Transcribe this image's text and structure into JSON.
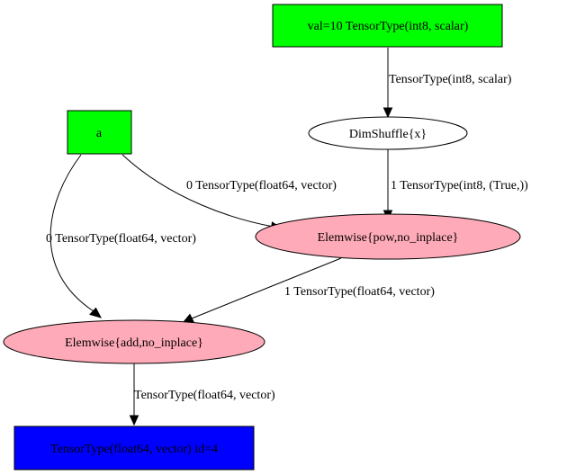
{
  "colors": {
    "input_fill": "#00ff00",
    "op_fill": "#ffaab8",
    "output_fill": "#0000ff",
    "plain_fill": "#ffffff",
    "stroke": "#000000"
  },
  "nodes": {
    "val": {
      "label": "val=10 TensorType(int8, scalar)"
    },
    "a": {
      "label": "a"
    },
    "dimshuffle": {
      "label": "DimShuffle{x}"
    },
    "pow": {
      "label": "Elemwise{pow,no_inplace}"
    },
    "add": {
      "label": "Elemwise{add,no_inplace}"
    },
    "output": {
      "label": "TensorType(float64, vector) id=4"
    }
  },
  "edges": {
    "val_to_dimshuffle": {
      "label": "TensorType(int8, scalar)"
    },
    "a_to_pow": {
      "label": "0 TensorType(float64, vector)"
    },
    "dimshuffle_to_pow": {
      "label": "1 TensorType(int8, (True,))"
    },
    "a_to_add": {
      "label": "0 TensorType(float64, vector)"
    },
    "pow_to_add": {
      "label": "1 TensorType(float64, vector)"
    },
    "add_to_output": {
      "label": "TensorType(float64, vector)"
    }
  }
}
